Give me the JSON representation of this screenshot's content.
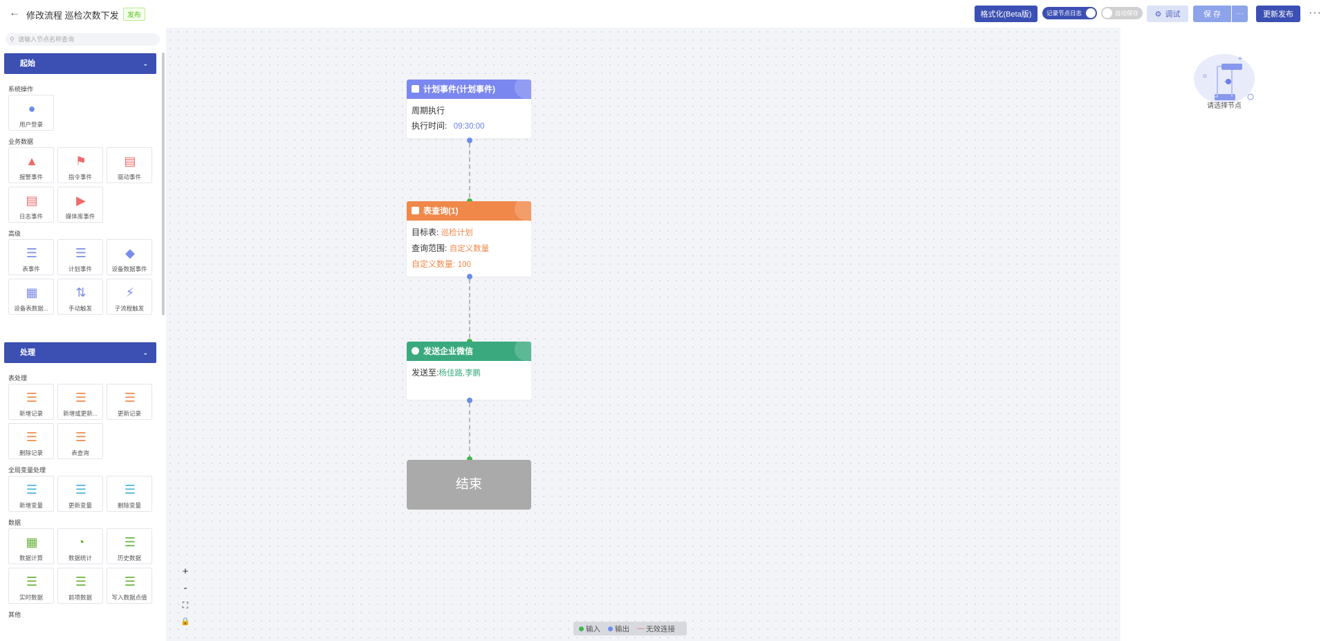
{
  "header": {
    "back_icon": "arrow-left-icon",
    "title": "修改流程 巡检次数下发",
    "status_badge": "发布",
    "format_button": "格式化(Beta版)",
    "log_toggle": "记录节点日志",
    "autosave_toggle": "自动保存",
    "debug_button": "调试",
    "save_button": "保 存",
    "save_more": "···",
    "publish_button": "更新发布",
    "more_icon": "···"
  },
  "sidebar": {
    "search_placeholder": "请输入节点名称查询",
    "sections": [
      {
        "title": "起始",
        "groups": [
          {
            "name": "系统操作",
            "items": [
              {
                "label": "用户登录",
                "icon": "user-icon",
                "color": "#6b8ee8"
              }
            ]
          },
          {
            "name": "业务数据",
            "items": [
              {
                "label": "报警事件",
                "icon": "bell-icon",
                "color": "#ef6b6b"
              },
              {
                "label": "指令事件",
                "icon": "flag-icon",
                "color": "#ef6b6b"
              },
              {
                "label": "驱动事件",
                "icon": "printer-icon",
                "color": "#ef6b6b"
              },
              {
                "label": "日志事件",
                "icon": "log-icon",
                "color": "#ef6b6b"
              },
              {
                "label": "媒体库事件",
                "icon": "media-icon",
                "color": "#ef6b6b"
              }
            ]
          },
          {
            "name": "高级",
            "items": [
              {
                "label": "表事件",
                "icon": "table-event-icon",
                "color": "#7b8de8"
              },
              {
                "label": "计划事件",
                "icon": "schedule-event-icon",
                "color": "#7b8de8"
              },
              {
                "label": "设备数据事件",
                "icon": "cube-icon",
                "color": "#7b8de8"
              },
              {
                "label": "设备表数据...",
                "icon": "grid-icon",
                "color": "#7b8de8"
              },
              {
                "label": "手动触发",
                "icon": "sliders-icon",
                "color": "#7b8de8"
              },
              {
                "label": "子流程触发",
                "icon": "lightning-icon",
                "color": "#7b8de8"
              }
            ]
          }
        ]
      },
      {
        "title": "处理",
        "groups": [
          {
            "name": "表处理",
            "items": [
              {
                "label": "新增记录",
                "icon": "add-record-icon",
                "color": "#f08a4b"
              },
              {
                "label": "新增或更新...",
                "icon": "upsert-record-icon",
                "color": "#f08a4b"
              },
              {
                "label": "更新记录",
                "icon": "update-record-icon",
                "color": "#f08a4b"
              },
              {
                "label": "删除记录",
                "icon": "delete-record-icon",
                "color": "#f08a4b"
              },
              {
                "label": "表查询",
                "icon": "table-query-icon",
                "color": "#f08a4b"
              }
            ]
          },
          {
            "name": "全局变量处理",
            "items": [
              {
                "label": "新增变量",
                "icon": "add-variable-icon",
                "color": "#4bb5d4"
              },
              {
                "label": "更新变量",
                "icon": "update-variable-icon",
                "color": "#4bb5d4"
              },
              {
                "label": "删除变量",
                "icon": "delete-variable-icon",
                "color": "#4bb5d4"
              }
            ]
          },
          {
            "name": "数据",
            "items": [
              {
                "label": "数据计算",
                "icon": "calculator-icon",
                "color": "#6cb33f"
              },
              {
                "label": "数据统计",
                "icon": "pie-chart-icon",
                "color": "#6cb33f"
              },
              {
                "label": "历史数据",
                "icon": "history-data-icon",
                "color": "#6cb33f"
              },
              {
                "label": "实时数据",
                "icon": "realtime-data-icon",
                "color": "#6cb33f"
              },
              {
                "label": "前项数据",
                "icon": "previous-data-icon",
                "color": "#6cb33f"
              },
              {
                "label": "写入数据点值",
                "icon": "write-data-icon",
                "color": "#6cb33f"
              }
            ]
          },
          {
            "name": "其他",
            "items": []
          }
        ]
      }
    ]
  },
  "flow": {
    "nodes": [
      {
        "title": "计划事件(计划事件)",
        "color": "#7b87f0",
        "lines": [
          {
            "text": "周期执行",
            "value": ""
          },
          {
            "text": "执行时间:",
            "value": "09:30:00",
            "value_color": "#6b7fe8"
          }
        ]
      },
      {
        "title": "表查询(1)",
        "color": "#f0884a",
        "lines": [
          {
            "text": "目标表:",
            "value": "巡检计划",
            "value_color": "#f0884a"
          },
          {
            "text": "查询范围:",
            "value": "自定义数量",
            "value_color": "#f0884a"
          },
          {
            "text": "自定义数量:",
            "value": "100",
            "value_color": "#f0884a",
            "text_color": "#f0884a"
          }
        ]
      },
      {
        "title": "发送企业微信",
        "color": "#3aaa7e",
        "lines": [
          {
            "text": "发送至:",
            "value": "杨佳路,李鹏",
            "value_color": "#3aaa7e"
          }
        ]
      }
    ],
    "end_node": "结束"
  },
  "zoom_controls": {
    "zoom_in": "+",
    "zoom_out": "-",
    "fit": "⛶",
    "lock": "🔒"
  },
  "legend": {
    "input": "输入",
    "output": "输出",
    "invalid": "无效连接",
    "input_color": "#3cb84a",
    "output_color": "#6b8ee8",
    "invalid_color": "#ef6b6b"
  },
  "right_panel": {
    "empty_text": "请选择节点"
  }
}
